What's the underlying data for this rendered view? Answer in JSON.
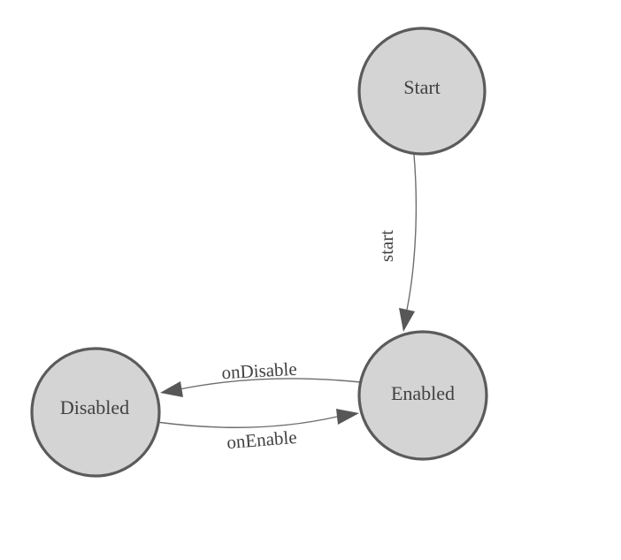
{
  "diagram": {
    "kind": "state-machine",
    "nodes": [
      {
        "id": "start",
        "label": "Start"
      },
      {
        "id": "enabled",
        "label": "Enabled"
      },
      {
        "id": "disabled",
        "label": "Disabled"
      }
    ],
    "edges": [
      {
        "from": "Start",
        "to": "Enabled",
        "label": "start"
      },
      {
        "from": "Enabled",
        "to": "Disabled",
        "label": "onDisable"
      },
      {
        "from": "Disabled",
        "to": "Enabled",
        "label": "onEnable"
      }
    ]
  },
  "colors": {
    "background": "#ffffff",
    "node_fill": "#d4d4d4",
    "node_stroke": "#5b5b5b",
    "edge_stroke": "#6e6e6e",
    "arrowhead_fill": "#575757",
    "label_text": "#414141"
  }
}
